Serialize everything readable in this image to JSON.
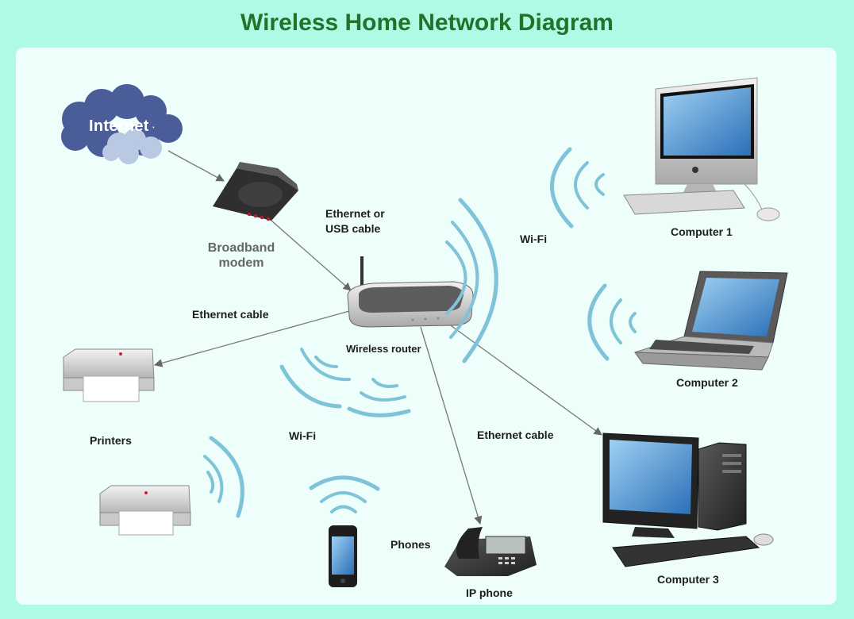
{
  "title": "Wireless Home Network Diagram",
  "nodes": {
    "internet": "Internet",
    "modem": "Broadband modem",
    "router": "Wireless router",
    "printers": "Printers",
    "phones": "Phones",
    "ip_phone": "IP phone",
    "computer1": "Computer 1",
    "computer2": "Computer 2",
    "computer3": "Computer 3"
  },
  "links": {
    "modem_router": [
      "Ethernet or",
      "USB cable"
    ],
    "router_printer": "Ethernet cable",
    "router_phone_computer3": "Ethernet cable",
    "wifi_computers": "Wi-Fi",
    "wifi_devices": "Wi-Fi"
  },
  "colors": {
    "title": "#23712a",
    "background": "#aefae4",
    "panel": "#edfefb",
    "wave": "#7fc3d9",
    "cloud": "#4a5d99"
  }
}
